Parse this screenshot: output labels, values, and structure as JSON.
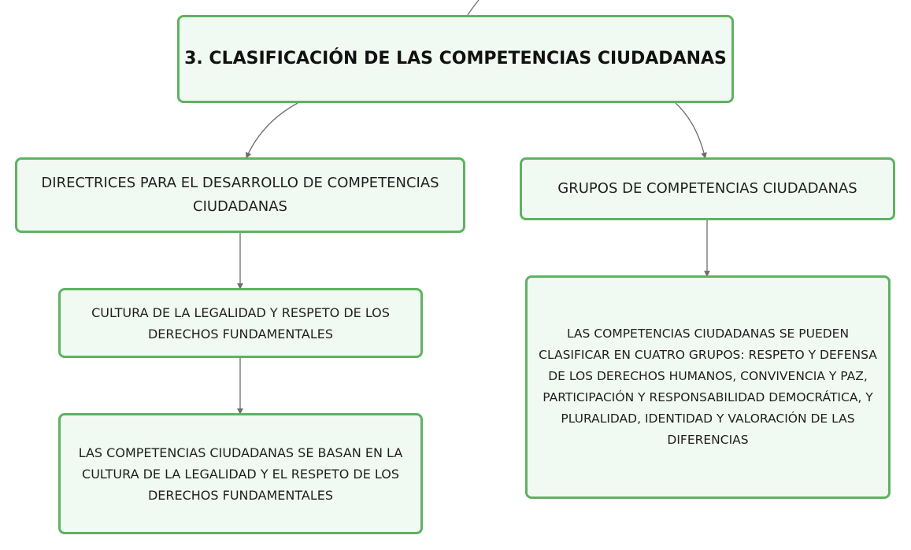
{
  "diagram": {
    "root": {
      "text": "3. CLASIFICACIÓN DE LAS COMPETENCIAS CIUDADANAS"
    },
    "left_branch": {
      "heading": "DIRECTRICES PARA EL DESARROLLO DE COMPETENCIAS CIUDADANAS",
      "child": "CULTURA DE LA LEGALIDAD Y RESPETO DE LOS DERECHOS FUNDAMENTALES",
      "grandchild": "LAS COMPETENCIAS CIUDADANAS SE BASAN EN LA CULTURA DE LA LEGALIDAD Y EL RESPETO DE LOS DERECHOS FUNDAMENTALES"
    },
    "right_branch": {
      "heading": "GRUPOS DE COMPETENCIAS CIUDADANAS",
      "child": "LAS COMPETENCIAS CIUDADANAS SE PUEDEN CLASIFICAR EN CUATRO GRUPOS: RESPETO Y DEFENSA DE LOS DERECHOS HUMANOS, CONVIVENCIA Y PAZ, PARTICIPACIÓN Y RESPONSABILIDAD DEMOCRÁTICA, Y PLURALIDAD, IDENTIDAD Y VALORACIÓN DE LAS DIFERENCIAS"
    },
    "colors": {
      "node_border": "#5fb262",
      "node_fill": "#f1faf2",
      "connector": "#6e6e6e",
      "text": "#1f1f1f"
    }
  }
}
